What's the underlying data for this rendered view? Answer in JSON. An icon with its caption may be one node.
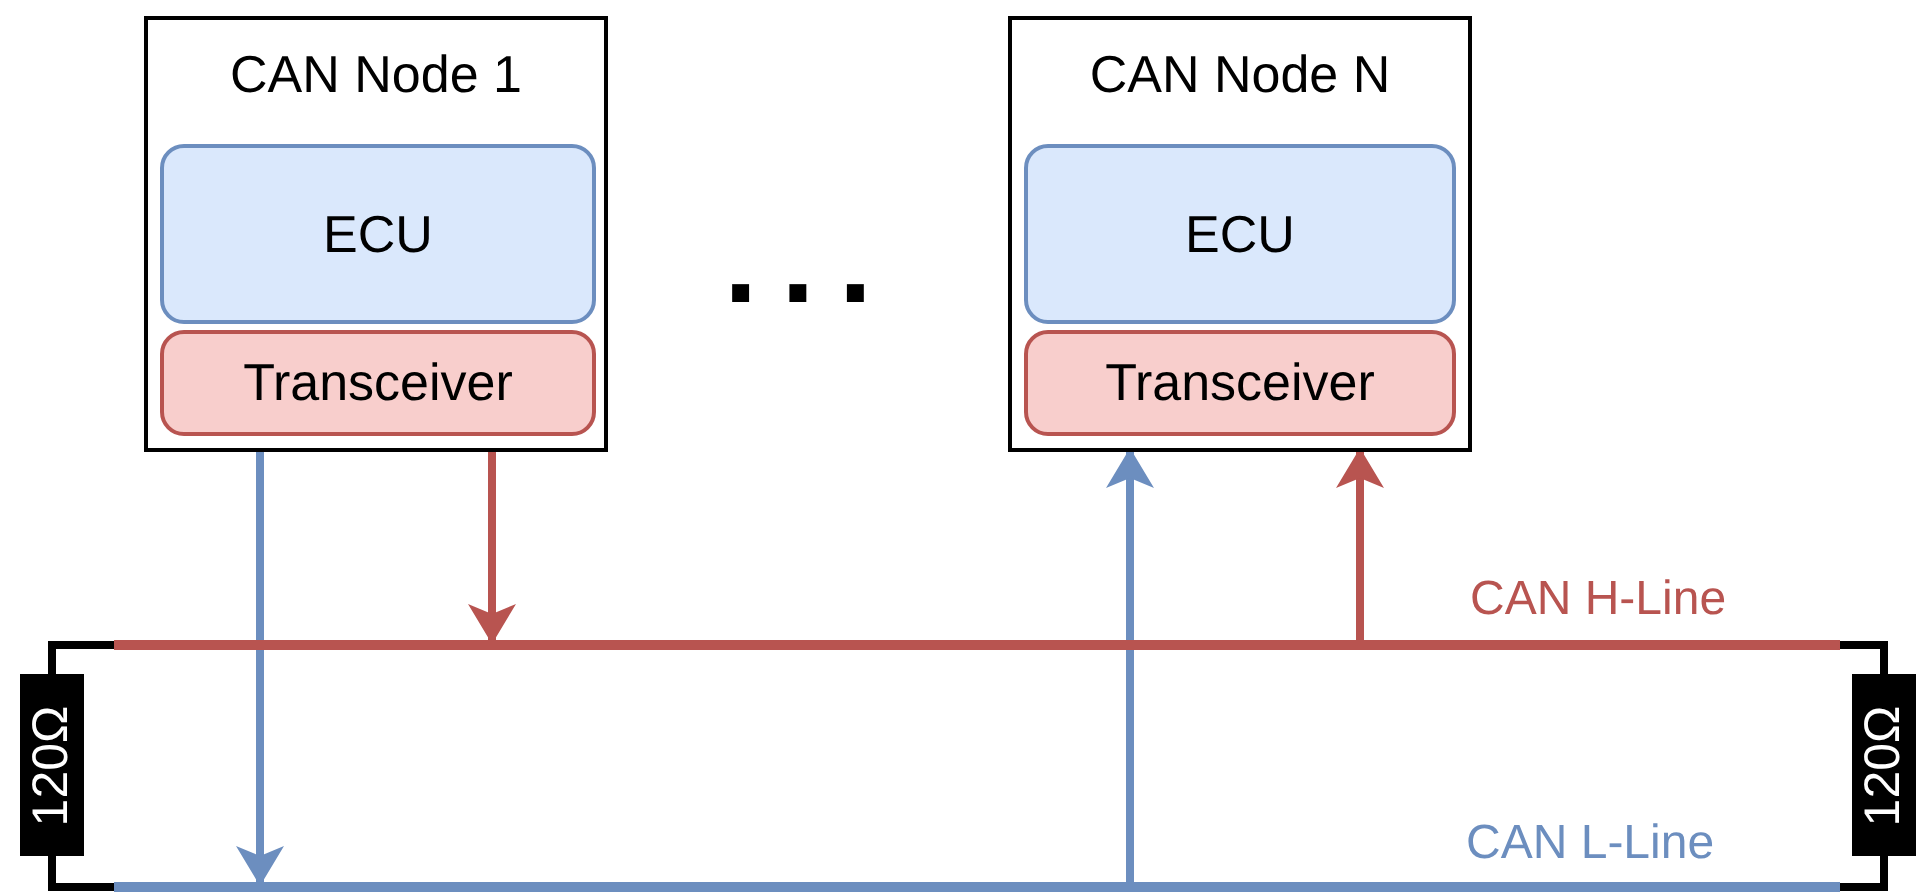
{
  "diagram": {
    "nodes": [
      {
        "text": [
          "CAN Node 1"
        ]
      },
      {
        "text": [
          "ECU"
        ],
        "in": 0
      },
      {
        "text": [
          "Transceiver"
        ],
        "in": 0
      },
      {
        "text": [
          "CAN Node N"
        ]
      },
      {
        "text": [
          "ECU"
        ],
        "in": 3
      },
      {
        "text": [
          "Transceiver"
        ],
        "in": 3
      },
      {
        "text": [],
        "shape": "bar",
        "beside": [
          "CAN H-Line"
        ]
      },
      {
        "text": [],
        "shape": "bar",
        "beside": [
          "CAN L-Line"
        ]
      },
      {
        "text": [
          "120Ω"
        ]
      },
      {
        "text": [
          "120Ω"
        ]
      }
    ],
    "edges": [
      {
        "from": 0,
        "to": 7,
        "arrow": "to",
        "color": "#6c8ebf"
      },
      {
        "from": 0,
        "to": 6,
        "arrow": "to",
        "color": "#b85450"
      },
      {
        "from": 7,
        "to": 3,
        "arrow": "to",
        "color": "#6c8ebf"
      },
      {
        "from": 6,
        "to": 3,
        "arrow": "to",
        "color": "#b85450"
      },
      {
        "from": 6,
        "to": 8,
        "arrow": "none",
        "color": "#000000"
      },
      {
        "from": 8,
        "to": 7,
        "arrow": "none",
        "color": "#000000"
      },
      {
        "from": 6,
        "to": 9,
        "arrow": "none",
        "color": "#000000"
      },
      {
        "from": 9,
        "to": 7,
        "arrow": "none",
        "color": "#000000"
      }
    ],
    "labels": [
      "..."
    ]
  }
}
